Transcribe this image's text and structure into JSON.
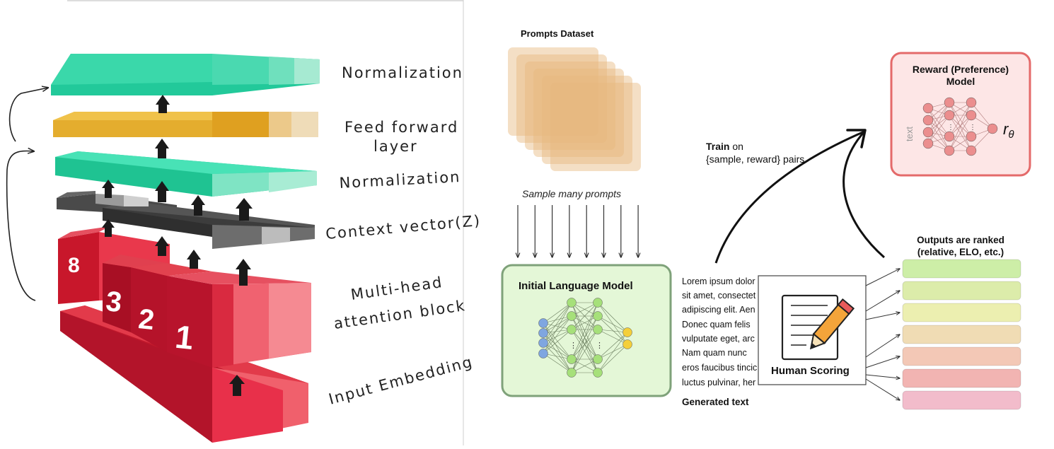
{
  "left_panel": {
    "layer_labels": {
      "normalization_top": "Normalization",
      "feed_forward_line1": "Feed forward",
      "feed_forward_line2": "layer",
      "normalization_mid": "Normalization",
      "context_vector": "Context vector(Z)",
      "multi_head_line1": "Multi-head",
      "multi_head_line2": "attention block",
      "input_embedding": "Input Embedding"
    },
    "head_numbers": [
      "8",
      "3",
      "2",
      "1"
    ],
    "colors": {
      "teal": "#2fd3a3",
      "gold": "#e8b33c",
      "dark_gray": "#3a3a3a",
      "red": "#d9283a"
    }
  },
  "right_panel": {
    "prompts_dataset_title": "Prompts Dataset",
    "sample_label": "Sample many prompts",
    "initial_lm_title": "Initial Language Model",
    "generated_lines": [
      "Lorem ipsum dolor",
      "sit amet, consectet",
      "adipiscing elit. Aen",
      "Donec quam felis",
      "vulputate eget, arc",
      "Nam quam nunc",
      "eros faucibus tincic",
      "luctus pulvinar, her"
    ],
    "generated_text_label": "Generated text",
    "human_scoring_label": "Human Scoring",
    "train_bold": "Train",
    "train_rest": " on",
    "train_line2": "{sample, reward} pairs",
    "reward_title_line1": "Reward (Preference)",
    "reward_title_line2": "Model",
    "reward_input_label": "text",
    "reward_output_symbol": "r",
    "reward_output_subscript": "θ",
    "ranked_title_line1": "Outputs are ranked",
    "ranked_title_line2": "(relative, ELO, etc.)",
    "rank_colors": [
      "#cdeea7",
      "#dcecaa",
      "#ecefb0",
      "#f0dcb4",
      "#f3c8b6",
      "#f2b4b2",
      "#f2bccb"
    ],
    "colors": {
      "lm_box_fill": "#e4f7d7",
      "lm_box_border": "#7fa27a",
      "reward_fill": "#fde6e6",
      "reward_border": "#e46a6a",
      "prompt_card": "#e6b87f"
    }
  }
}
